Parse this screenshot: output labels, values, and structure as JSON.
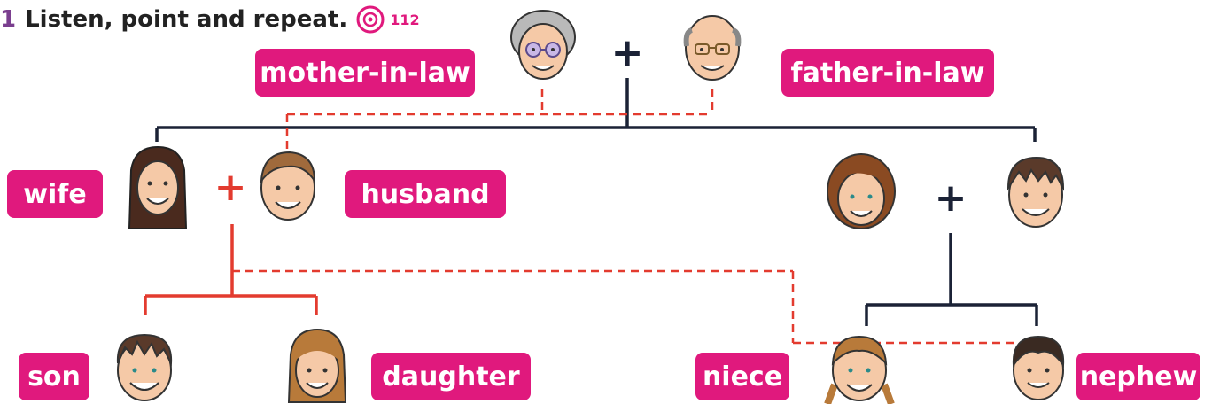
{
  "exercise": {
    "number": "1",
    "instruction": "Listen, point and repeat.",
    "audio_icon": "cd-icon",
    "audio_track": "112"
  },
  "labels": {
    "mother_in_law": "mother-in-law",
    "father_in_law": "father-in-law",
    "wife": "wife",
    "husband": "husband",
    "son": "son",
    "daughter": "daughter",
    "niece": "niece",
    "nephew": "nephew"
  },
  "symbols": {
    "plus": "+"
  },
  "colors": {
    "label_bg": "#e0197d",
    "dark_line": "#1b2236",
    "red_line": "#e33b2f"
  }
}
